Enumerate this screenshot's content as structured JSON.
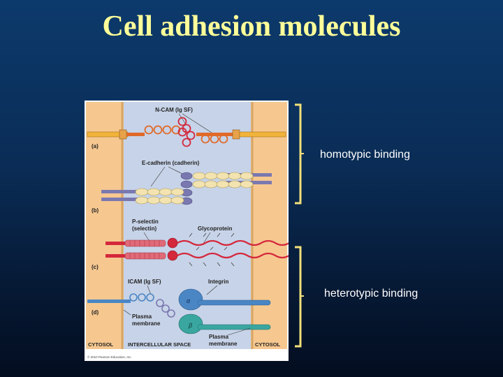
{
  "slide": {
    "title": "Cell adhesion molecules",
    "homotypic_label": "homotypic binding",
    "heterotypic_label": "heterotypic binding"
  },
  "figure": {
    "ncam_label": "N-CAM (Ig SF)",
    "ecad_label": "E-cadherin (cadherin)",
    "pselectin_label_1": "P-selectin",
    "pselectin_label_2": "(selectin)",
    "glycoprotein_label": "Glycoprotein",
    "icam_label": "ICAM (Ig SF)",
    "integrin_label": "Integrin",
    "plasma_membrane_1": "Plasma",
    "plasma_membrane_2": "membrane",
    "plasma_membrane_3": "Plasma",
    "plasma_membrane_4": "membrane",
    "panel_a": "(a)",
    "panel_b": "(b)",
    "panel_c": "(c)",
    "panel_d": "(d)",
    "alpha": "α",
    "beta": "β",
    "cytosol_left": "CYTOSOL",
    "intercellular_space": "INTERCELLULAR SPACE",
    "cytosol_right": "CYTOSOL",
    "copyright": "© 2010 Pearson Education, Inc."
  },
  "colors": {
    "title": "#ffff99",
    "cytosol": "#f6c890",
    "intercellular": "#c7d3e8",
    "ncam": "#e06a2a",
    "ncam_red": "#d4283c",
    "cadherin": "#f2e3b0",
    "cadherin_purple": "#7a78b0",
    "selectin": "#d84a5c",
    "integrin_alpha": "#4a86c4",
    "integrin_beta": "#3aa6a0",
    "bracket": "#f2e07a"
  }
}
